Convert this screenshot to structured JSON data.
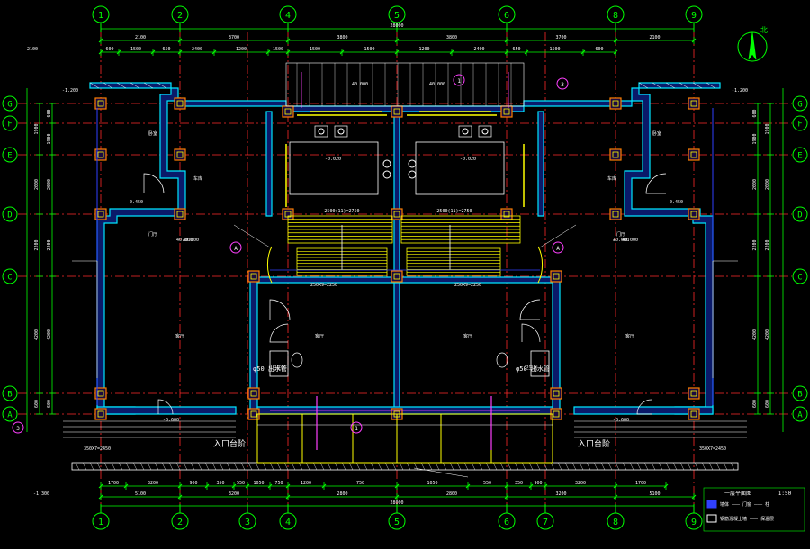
{
  "drawing": {
    "top_axes": [
      "1",
      "2",
      "4",
      "5",
      "6",
      "8",
      "9"
    ],
    "bottom_axes": [
      "1",
      "2",
      "3",
      "4",
      "5",
      "6",
      "7",
      "8",
      "9"
    ],
    "row_axes": [
      "G",
      "F",
      "E",
      "D",
      "C",
      "B",
      "A"
    ],
    "overall_dim": "28000",
    "top_dims": [
      "2100",
      "3700",
      "3800",
      "3800",
      "3700",
      "2100"
    ],
    "top_detail_dims": [
      "600",
      "1500",
      "650",
      "2400",
      "1200",
      "1500",
      "1500",
      "1500",
      "1200",
      "2400",
      "650",
      "1500",
      "600"
    ],
    "bottom_dims": [
      "5100",
      "3200",
      "2800",
      "2800",
      "3200",
      "5100"
    ],
    "bottom_detail_dims": [
      "1700",
      "3200",
      "900",
      "350",
      "550",
      "1050",
      "750",
      "1200",
      "750",
      "1050",
      "550",
      "350",
      "900",
      "3200",
      "1700"
    ],
    "left_dims": [
      "1900",
      "2000",
      "2200",
      "4200",
      "600"
    ],
    "level_labels": [
      "-1.200",
      "-1.200",
      "-0.450",
      "-0.450",
      "-0.020",
      "-0.020",
      "±0.000",
      "±0.000",
      "-1.300",
      "-0.600",
      "-0.600"
    ],
    "stair_labels": [
      "2500(11)=2750",
      "2500(11)=2750",
      "250X9=2250",
      "250X9=2250",
      "350X7=2450",
      "350X7=2450"
    ],
    "room_labels": [
      "车库",
      "车库",
      "客厅",
      "客厅",
      "客厅",
      "客厅",
      "门厅",
      "门厅",
      "卧室",
      "卧室",
      "卫生间",
      "卫生间"
    ],
    "area_labels": [
      "40.000",
      "40.000",
      "40.000",
      "40.000"
    ],
    "section_marks": [
      "A",
      "A",
      "1",
      "1",
      "3",
      "3"
    ],
    "north_label": "北",
    "legend_title": "一层平面图",
    "scale": "1:50",
    "legend_rows": [
      "墙体 ——— 门窗 ——— 柱",
      "钢筋混凝土墙 ——— 保温层"
    ],
    "dimension_top_left": "2100",
    "inner_text_small": [
      "φ50 出水管",
      "φ50 出水管"
    ],
    "entrance_label": "入口台阶",
    "entrance_label_right": "入口台阶"
  },
  "colors": {
    "background": "#000000",
    "axis_line": "#ff2a2a",
    "dim": "#00ff00",
    "wall": "#00e5ff",
    "wall_fill": "#0a1a6a",
    "yellow": "#ffff00",
    "white": "#ffffff",
    "magenta": "#ff40ff",
    "blue": "#3040ff"
  }
}
